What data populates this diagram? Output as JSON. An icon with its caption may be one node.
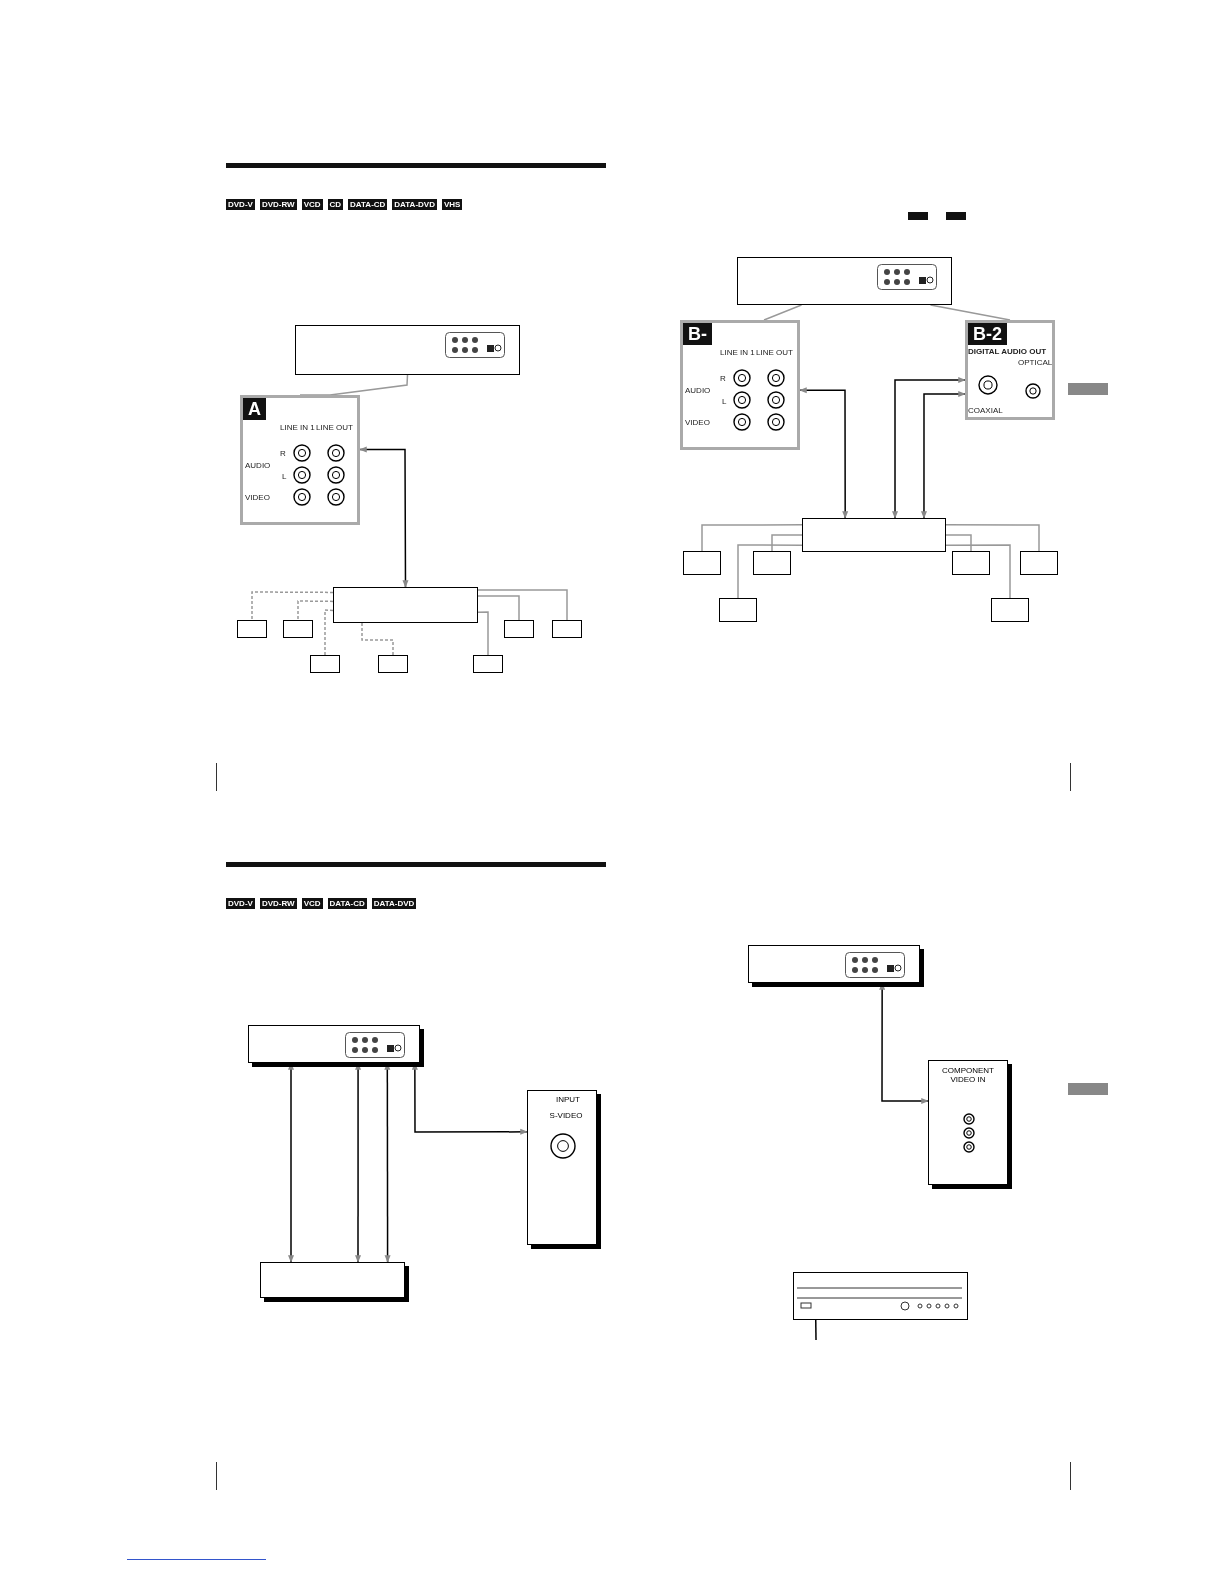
{
  "diagram": {
    "nodes": [
      {
        "text": [],
        "shape": "box"
      },
      {
        "text": [
          "A"
        ]
      },
      {
        "text": [],
        "shape": "box"
      },
      {
        "text": [],
        "shape": "box"
      },
      {
        "text": [],
        "shape": "box"
      },
      {
        "text": [],
        "shape": "box"
      },
      {
        "text": [],
        "shape": "box"
      },
      {
        "text": [],
        "shape": "box"
      },
      {
        "text": [],
        "shape": "box"
      },
      {
        "text": [],
        "shape": "box"
      },
      {
        "text": [],
        "shape": "box"
      },
      {
        "text": [
          "B-"
        ]
      },
      {
        "text": [
          "B-2"
        ]
      },
      {
        "text": [],
        "shape": "box"
      },
      {
        "text": [],
        "shape": "box"
      },
      {
        "text": [],
        "shape": "box"
      },
      {
        "text": [],
        "shape": "box"
      },
      {
        "text": [],
        "shape": "box"
      },
      {
        "text": [],
        "shape": "box"
      },
      {
        "text": [],
        "shape": "box"
      },
      {
        "text": [],
        "shape": "box"
      },
      {
        "text": [
          "INPUT",
          "S-VIDEO"
        ]
      },
      {
        "text": [],
        "shape": "box"
      },
      {
        "text": [],
        "shape": "box"
      },
      {
        "text": [
          "COMPONENT VIDEO IN"
        ]
      },
      {
        "text": [],
        "shape": "box"
      }
    ],
    "edges": [
      {
        "from": 0,
        "to": 1,
        "arrow": "none"
      },
      {
        "from": 1,
        "to": 2,
        "arrow": "both",
        "color": "#000000"
      },
      {
        "from": 2,
        "to": 3,
        "arrow": "none",
        "style": "dashed"
      },
      {
        "from": 2,
        "to": 4,
        "arrow": "none",
        "style": "dashed"
      },
      {
        "from": 2,
        "to": 5,
        "arrow": "none"
      },
      {
        "from": 2,
        "to": 6,
        "arrow": "none"
      },
      {
        "from": 2,
        "to": 7,
        "arrow": "none",
        "style": "dashed"
      },
      {
        "from": 2,
        "to": 8,
        "arrow": "none",
        "style": "dashed"
      },
      {
        "from": 2,
        "to": 9,
        "arrow": "none"
      },
      {
        "from": 10,
        "to": 11,
        "arrow": "none"
      },
      {
        "from": 10,
        "to": 12,
        "arrow": "none"
      },
      {
        "from": 11,
        "to": 13,
        "arrow": "both",
        "color": "#000000"
      },
      {
        "from": 12,
        "to": 13,
        "arrow": "both",
        "color": "#000000"
      },
      {
        "from": 12,
        "to": 13,
        "arrow": "both",
        "color": "#000000"
      },
      {
        "from": 13,
        "to": 14,
        "arrow": "none"
      },
      {
        "from": 13,
        "to": 15,
        "arrow": "none"
      },
      {
        "from": 13,
        "to": 16,
        "arrow": "none"
      },
      {
        "from": 13,
        "to": 17,
        "arrow": "none"
      },
      {
        "from": 13,
        "to": 18,
        "arrow": "none"
      },
      {
        "from": 13,
        "to": 19,
        "arrow": "none"
      },
      {
        "from": 20,
        "to": 22,
        "arrow": "both",
        "color": "#000000"
      },
      {
        "from": 20,
        "to": 22,
        "arrow": "both",
        "color": "#000000"
      },
      {
        "from": 20,
        "to": 22,
        "arrow": "both",
        "color": "#000000"
      },
      {
        "from": 20,
        "to": 21,
        "arrow": "both",
        "color": "#000000"
      },
      {
        "from": 23,
        "to": 24,
        "arrow": "both",
        "color": "#000000"
      },
      {
        "from": null,
        "to": 25,
        "arrow": "none",
        "color": "#000000"
      }
    ],
    "labels": [
      "DVD-V",
      "DVD-RW",
      "VCD",
      "CD",
      "DATA-CD",
      "DATA-DVD",
      "VHS",
      "LINE IN 1",
      "LINE OUT",
      "R",
      "AUDIO",
      "L",
      "VIDEO",
      "LINE IN 1",
      "LINE OUT",
      "R",
      "AUDIO",
      "L",
      "VIDEO",
      "DIGITAL AUDIO OUT",
      "OPTICAL",
      "COAXIAL",
      "DVD-V",
      "DVD-RW",
      "VCD",
      "DATA-CD",
      "DATA-DVD"
    ]
  }
}
